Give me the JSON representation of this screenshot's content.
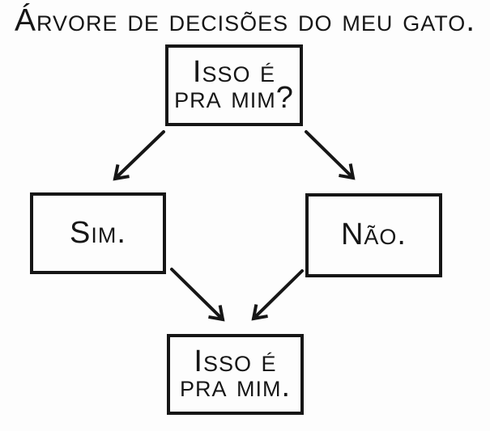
{
  "title": "Árvore de decisões do meu gato.",
  "nodes": {
    "root": {
      "label": "Isso é\npra mim?"
    },
    "yes": {
      "label": "Sim."
    },
    "no": {
      "label": "Não."
    },
    "result": {
      "label": "Isso é\npra mim."
    }
  },
  "edges": [
    {
      "from": "root",
      "to": "yes"
    },
    {
      "from": "root",
      "to": "no"
    },
    {
      "from": "yes",
      "to": "result"
    },
    {
      "from": "no",
      "to": "result"
    }
  ],
  "colors": {
    "ink": "#161616",
    "paper": "#fdfdfd"
  }
}
